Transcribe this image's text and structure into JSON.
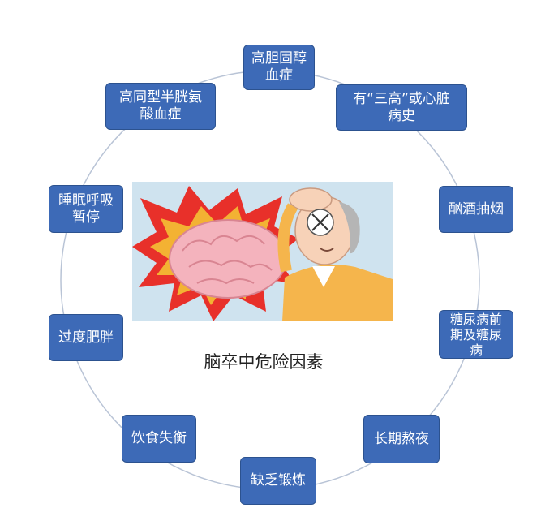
{
  "diagram": {
    "center_title": "脑卒中危险因素",
    "nodes": [
      {
        "id": "hypercholesterolemia",
        "label": "高胆固醇\n血症"
      },
      {
        "id": "three-highs-heart",
        "label": "有“三高”或心脏\n病史"
      },
      {
        "id": "drinking-smoking",
        "label": "酗酒抽烟"
      },
      {
        "id": "prediabetes-diabetes",
        "label": "糖尿病前\n期及糖尿\n病"
      },
      {
        "id": "staying-up-late",
        "label": "长期熬夜"
      },
      {
        "id": "lack-of-exercise",
        "label": "缺乏锻炼"
      },
      {
        "id": "unbalanced-diet",
        "label": "饮食失衡"
      },
      {
        "id": "obesity",
        "label": "过度肥胖"
      },
      {
        "id": "sleep-apnea",
        "label": "睡眠呼吸\n暂停"
      },
      {
        "id": "hyperhomocysteinemia",
        "label": "高同型半胱氨\n酸血症"
      }
    ]
  },
  "colors": {
    "node_fill": "#3d6ab7",
    "node_text": "#ffffff",
    "ring": "#b9c4d6"
  }
}
